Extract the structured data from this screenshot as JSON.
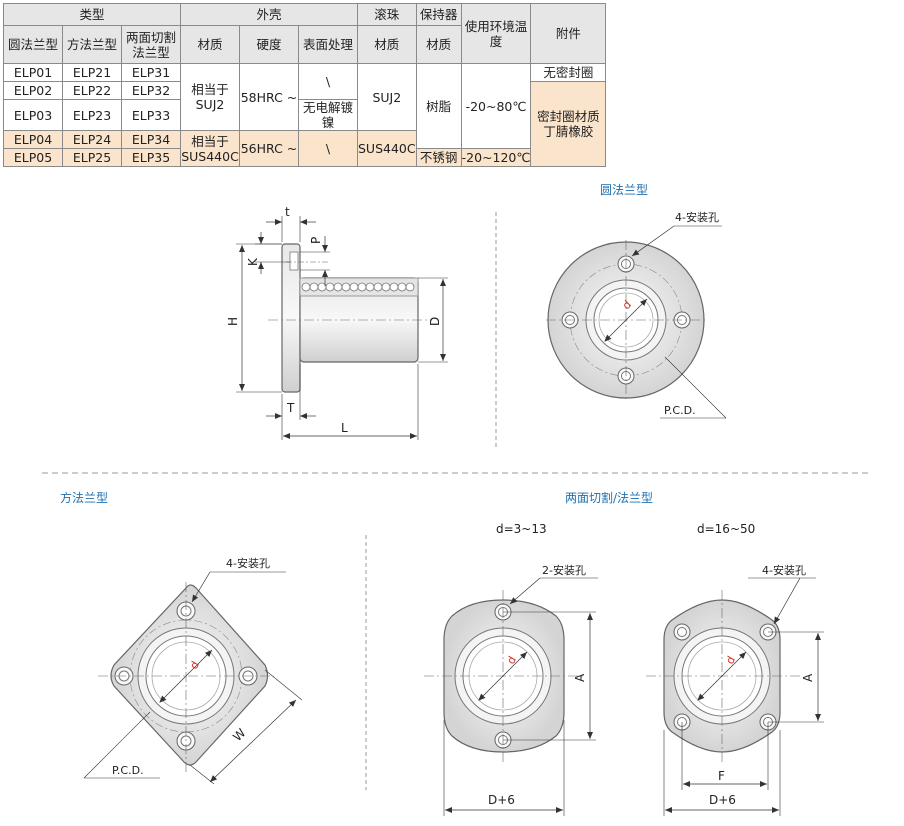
{
  "table": {
    "headers": {
      "type": "类型",
      "shell": "外壳",
      "ball": "滚珠",
      "retainer": "保持器",
      "temp": "使用环境温度",
      "accessory": "附件",
      "round": "圆法兰型",
      "square": "方法兰型",
      "cut": "两面切割法兰型",
      "material": "材质",
      "hardness": "硬度",
      "surface": "表面处理",
      "ball_material": "材质",
      "retainer_material": "材质"
    },
    "rows": [
      {
        "round": "ELP01",
        "square": "ELP21",
        "cut": "ELP31"
      },
      {
        "round": "ELP02",
        "square": "ELP22",
        "cut": "ELP32"
      },
      {
        "round": "ELP03",
        "square": "ELP23",
        "cut": "ELP33"
      },
      {
        "round": "ELP04",
        "square": "ELP24",
        "cut": "ELP34"
      },
      {
        "round": "ELP05",
        "square": "ELP25",
        "cut": "ELP35"
      }
    ],
    "cells": {
      "mat1": "相当于SUJ2",
      "hard1": "58HRC ~",
      "surf1": "\\",
      "surf2": "无电解镀镍",
      "ball1": "SUJ2",
      "ret1": "树脂",
      "temp1": "-20~80℃",
      "acc1": "无密封圈",
      "acc2": "密封圈材质丁腈橡胶",
      "mat2": "相当于SUS440C",
      "hard2": "56HRC ~",
      "surf3": "\\",
      "ball2": "SUS440C",
      "ret2": "不锈钢",
      "temp2": "-20~120℃"
    }
  },
  "captions": {
    "round_flange": "圆法兰型",
    "square_flange": "方法兰型",
    "cut_flange": "两面切割/法兰型",
    "d_small": "d=3~13",
    "d_large": "d=16~50"
  },
  "labels": {
    "t": "t",
    "P": "P",
    "K": "K",
    "H": "H",
    "D": "D",
    "T": "T",
    "L": "L",
    "holes4": "4-安装孔",
    "holes2": "2-安装孔",
    "pcd": "P.C.D.",
    "d": "d",
    "W": "W",
    "A": "A",
    "F": "F",
    "D6": "D+6"
  }
}
